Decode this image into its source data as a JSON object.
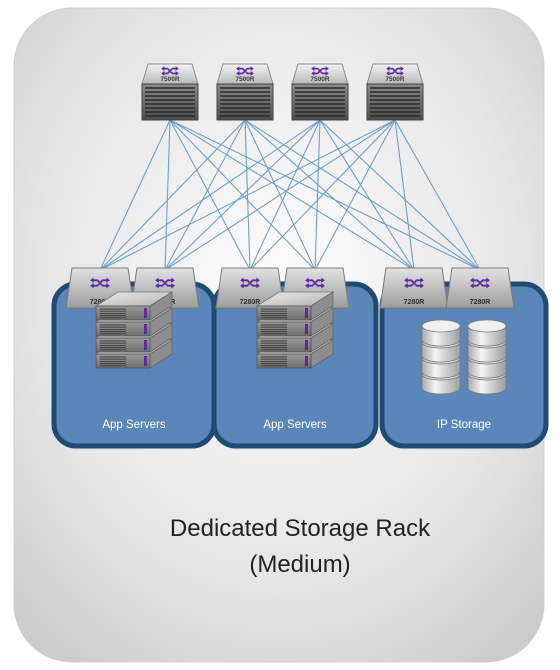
{
  "spines": [
    {
      "model": "7500R"
    },
    {
      "model": "7500R"
    },
    {
      "model": "7500R"
    },
    {
      "model": "7500R"
    }
  ],
  "racks": [
    {
      "label": "App Servers",
      "kind": "servers",
      "leaves": [
        {
          "model": "7280R"
        },
        {
          "model": "7280R"
        }
      ]
    },
    {
      "label": "App Servers",
      "kind": "servers",
      "leaves": [
        {
          "model": "7280R"
        },
        {
          "model": "7280R"
        }
      ]
    },
    {
      "label": "IP Storage",
      "kind": "storage",
      "leaves": [
        {
          "model": "7280R"
        },
        {
          "model": "7280R"
        }
      ]
    }
  ],
  "caption": {
    "line1": "Dedicated Storage Rack",
    "line2": "(Medium)"
  },
  "colors": {
    "rack_fill": "#5a86b8",
    "rack_border": "#1f4a72",
    "link": "#6f9fcf",
    "switch_logo": "#5b2ca0",
    "text": "#222222"
  }
}
